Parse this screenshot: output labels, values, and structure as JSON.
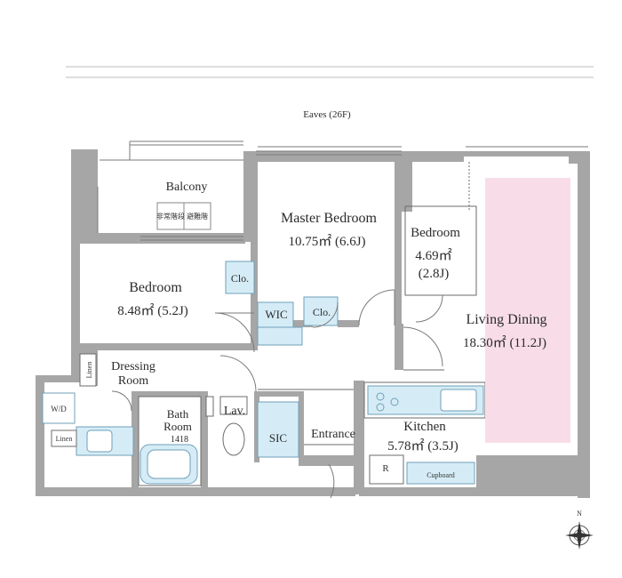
{
  "header": {
    "eaves": "Eaves (26F)"
  },
  "rooms": {
    "balcony": "Balcony",
    "balcony_note_left": "非常階段",
    "balcony_note_right": "避難階",
    "master_bedroom": "Master Bedroom",
    "master_bedroom_area": "10.75㎡ (6.6J)",
    "bedroom_small": "Bedroom",
    "bedroom_small_area_m2": "4.69㎡",
    "bedroom_small_area_j": "(2.8J)",
    "bedroom_left": "Bedroom",
    "bedroom_left_area": "8.48㎡ (5.2J)",
    "living_dining": "Living Dining",
    "living_dining_area": "18.30㎡ (11.2J)",
    "kitchen": "Kitchen",
    "kitchen_area": "5.78㎡ (3.5J)",
    "dressing_room_line1": "Dressing",
    "dressing_room_line2": "Room",
    "bath_room_line1": "Bath",
    "bath_room_line2": "Room",
    "bath_room_size": "1418",
    "lav": "Lav.",
    "sic": "SIC",
    "entrance": "Entrance",
    "wic": "WIC",
    "clo_left": "Clo.",
    "clo_master": "Clo.",
    "linen_vertical": "Linen",
    "linen_horizontal": "Linen",
    "wd": "W/D",
    "refrigerator": "R",
    "cupboard": "Cupboard"
  },
  "compass": {
    "north_label": "N"
  },
  "colors": {
    "wall": "#a6a6a6",
    "fixture": "#d5ecf6",
    "fixture_stroke": "#6f9fb8",
    "living_accent": "#f8dde8",
    "line": "#6b6b6b"
  }
}
